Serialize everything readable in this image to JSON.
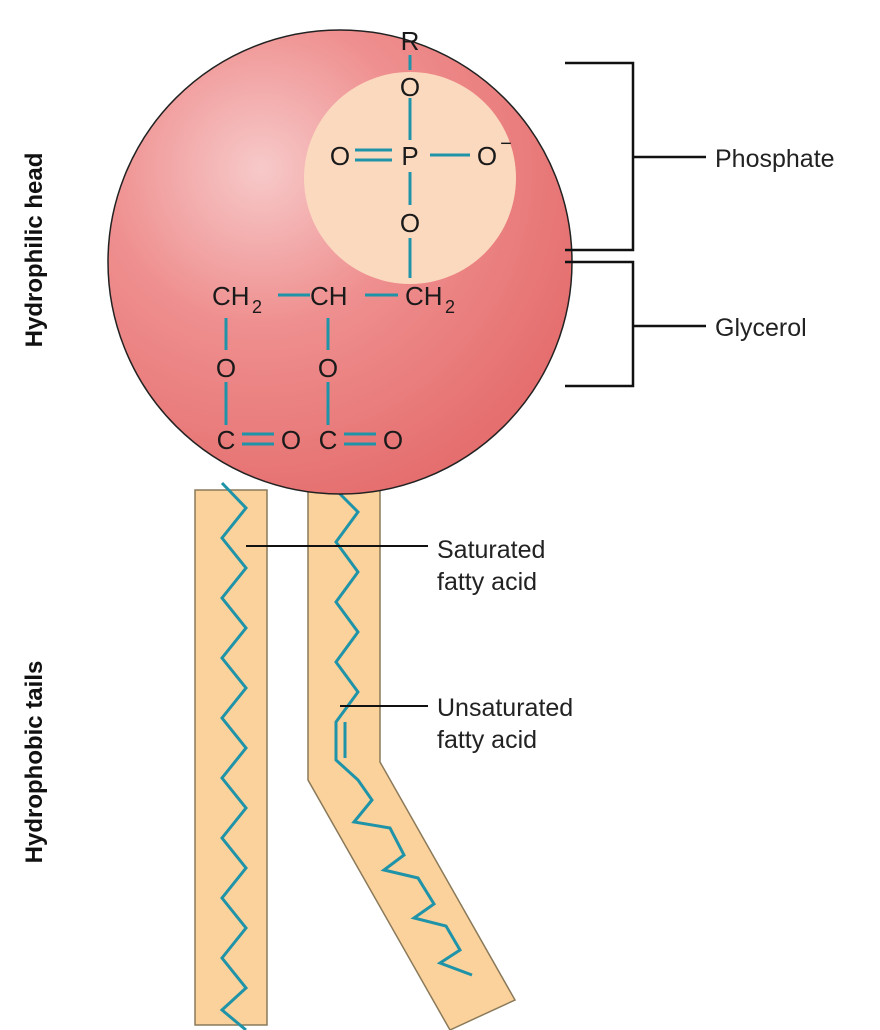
{
  "labels": {
    "head_side": "Hydrophilic head",
    "tails_side": "Hydrophobic tails",
    "phosphate": "Phosphate",
    "glycerol": "Glycerol",
    "saturated_line1": "Saturated",
    "saturated_line2": "fatty acid",
    "unsaturated_line1": "Unsaturated",
    "unsaturated_line2": "fatty acid"
  },
  "chem": {
    "r": "R",
    "o_top": "O",
    "o_left": "O",
    "p": "P",
    "o_right": "O",
    "charge": "−",
    "o_bottom": "O",
    "ch2_left": "CH",
    "ch2_left_sub": "2",
    "ch": "CH",
    "ch2_right": "CH",
    "ch2_right_sub": "2",
    "o_ester_left": "O",
    "o_ester_right": "O",
    "c_left": "C",
    "o_dbl_left": "O",
    "c_right": "C",
    "o_dbl_right": "O"
  },
  "colors": {
    "head_fill": "#ec7b7b",
    "phosphate_fill": "#fbd9bf",
    "tail_fill": "#fbd29c",
    "bond": "#1f93a8",
    "bracket": "#111111"
  }
}
